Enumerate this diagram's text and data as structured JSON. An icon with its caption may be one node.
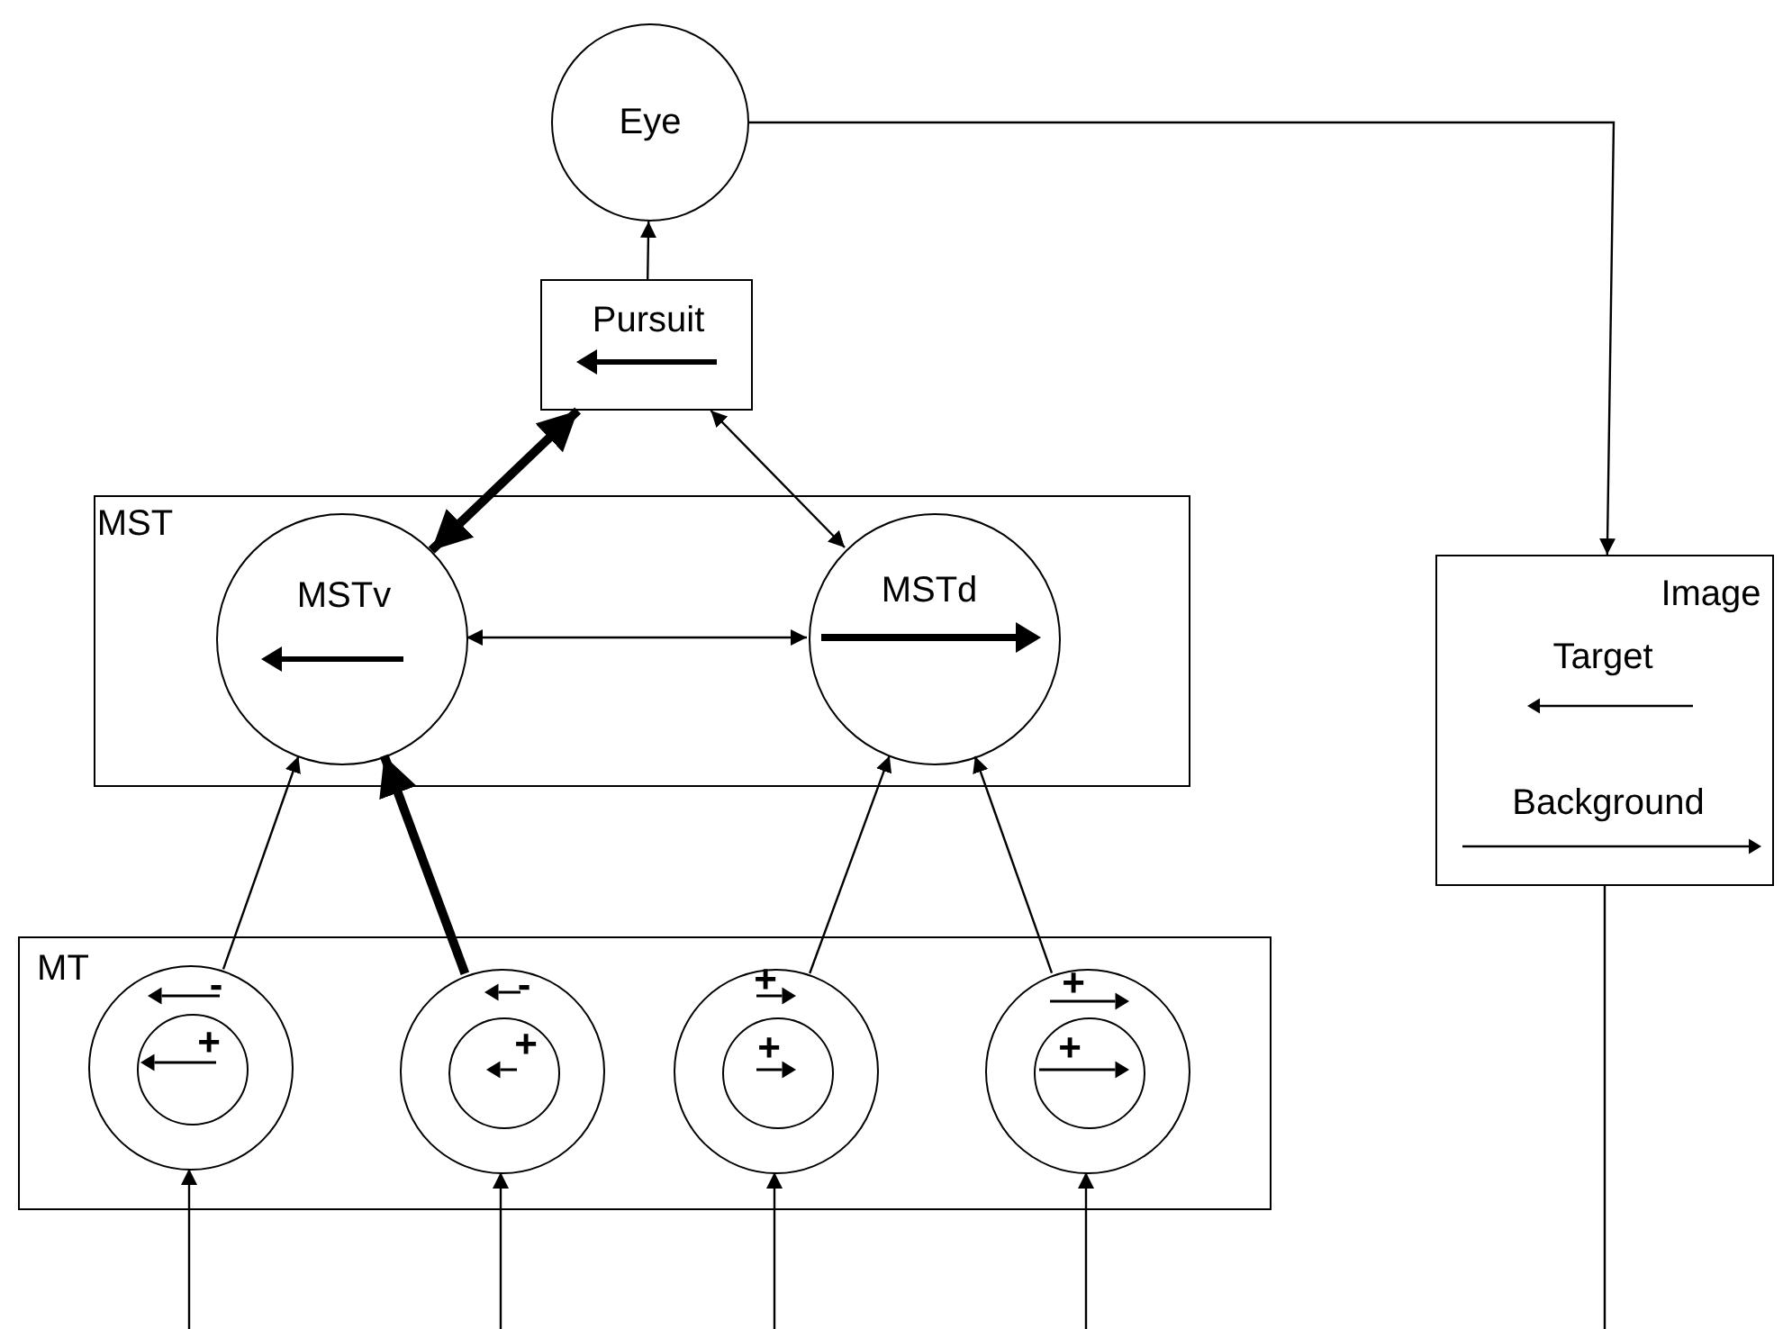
{
  "diagram": {
    "nodes": [
      {
        "text": [
          "Eye"
        ]
      },
      {
        "text": [
          "Pursuit"
        ]
      },
      {
        "text": [
          "MST"
        ]
      },
      {
        "text": [
          "MSTv"
        ],
        "in": 2
      },
      {
        "text": [
          "MSTd"
        ],
        "in": 2
      },
      {
        "text": [
          "MT"
        ]
      },
      {
        "text": [
          "-"
        ],
        "in": 5
      },
      {
        "text": [
          "+"
        ],
        "in": 6
      },
      {
        "text": [
          "-"
        ],
        "in": 5
      },
      {
        "text": [
          "+"
        ],
        "in": 8
      },
      {
        "text": [
          "+"
        ],
        "in": 5
      },
      {
        "text": [
          "+"
        ],
        "in": 10
      },
      {
        "text": [
          "+"
        ],
        "in": 5
      },
      {
        "text": [
          "+"
        ],
        "in": 12
      },
      {
        "text": [
          "Image",
          "Target",
          "Background"
        ]
      }
    ],
    "edges": [
      {
        "from": 1,
        "to": 0,
        "arrow": "to"
      },
      {
        "from": 0,
        "to": 14,
        "arrow": "to"
      },
      {
        "from": 14,
        "to": null,
        "arrow": "none"
      },
      {
        "from": null,
        "to": 6,
        "arrow": "to"
      },
      {
        "from": null,
        "to": 8,
        "arrow": "to"
      },
      {
        "from": null,
        "to": 10,
        "arrow": "to"
      },
      {
        "from": null,
        "to": 12,
        "arrow": "to"
      },
      {
        "from": 1,
        "to": 3,
        "arrow": "both",
        "style": "thick"
      },
      {
        "from": 1,
        "to": 4,
        "arrow": "both"
      },
      {
        "from": 3,
        "to": 4,
        "arrow": "both"
      },
      {
        "from": 6,
        "to": 3,
        "arrow": "to"
      },
      {
        "from": 8,
        "to": 3,
        "arrow": "to",
        "style": "thick"
      },
      {
        "from": 10,
        "to": 4,
        "arrow": "to"
      },
      {
        "from": 12,
        "to": 4,
        "arrow": "to"
      }
    ]
  }
}
